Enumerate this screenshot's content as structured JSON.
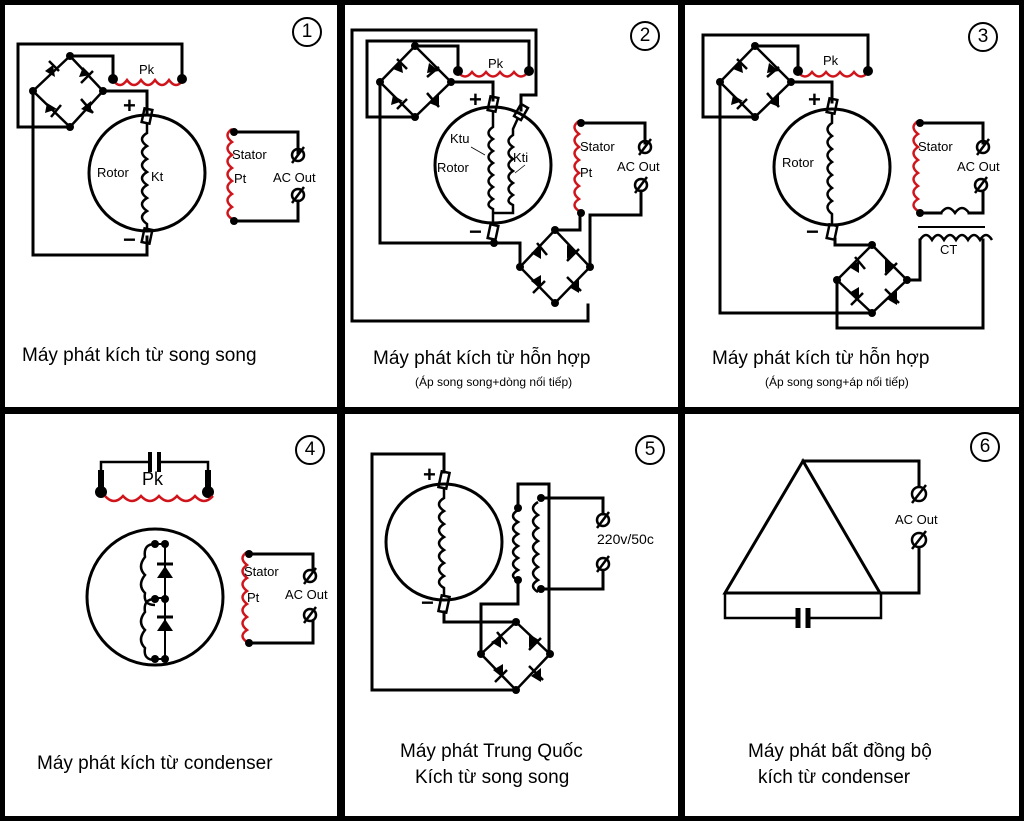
{
  "colors": {
    "wire": "#000000",
    "winding_highlight": "#d0141b",
    "background": "#ffffff",
    "border": "#000000"
  },
  "panels": [
    {
      "number": "1",
      "caption": "Máy phát kích từ song song",
      "subcaption": "",
      "labels": {
        "exciter": "Pk",
        "rotor": "Rotor",
        "rotor_winding": "Kt",
        "stator": "Stator",
        "stator_winding": "Pt",
        "output": "AC Out",
        "plus": "+",
        "minus": "−"
      }
    },
    {
      "number": "2",
      "caption": "Máy phát kích từ hỗn hợp",
      "subcaption": "(Áp song song+dòng nối tiếp)",
      "labels": {
        "exciter": "Pk",
        "rotor": "Rotor",
        "rotor_winding_voltage": "Ktu",
        "rotor_winding_current": "Kti",
        "stator": "Stator",
        "stator_winding": "Pt",
        "output": "AC Out",
        "plus": "+",
        "minus": "−"
      }
    },
    {
      "number": "3",
      "caption": "Máy phát kích từ hỗn hợp",
      "subcaption": "(Áp song song+áp nối tiếp)",
      "labels": {
        "exciter": "Pk",
        "rotor": "Rotor",
        "stator": "Stator",
        "output": "AC Out",
        "current_transformer": "CT",
        "plus": "+",
        "minus": "−"
      }
    },
    {
      "number": "4",
      "caption": "Máy phát kích từ condenser",
      "subcaption": "",
      "labels": {
        "exciter": "Pk",
        "stator": "Stator",
        "stator_winding": "Pt",
        "output": "AC Out"
      }
    },
    {
      "number": "5",
      "caption": "Máy phát Trung Quốc",
      "subcaption": "Kích từ song song",
      "labels": {
        "output": "220v/50c",
        "plus": "+",
        "minus": "−"
      }
    },
    {
      "number": "6",
      "caption": "Máy phát bất đồng bộ",
      "subcaption": "kích từ condenser",
      "labels": {
        "output": "AC Out"
      }
    }
  ]
}
